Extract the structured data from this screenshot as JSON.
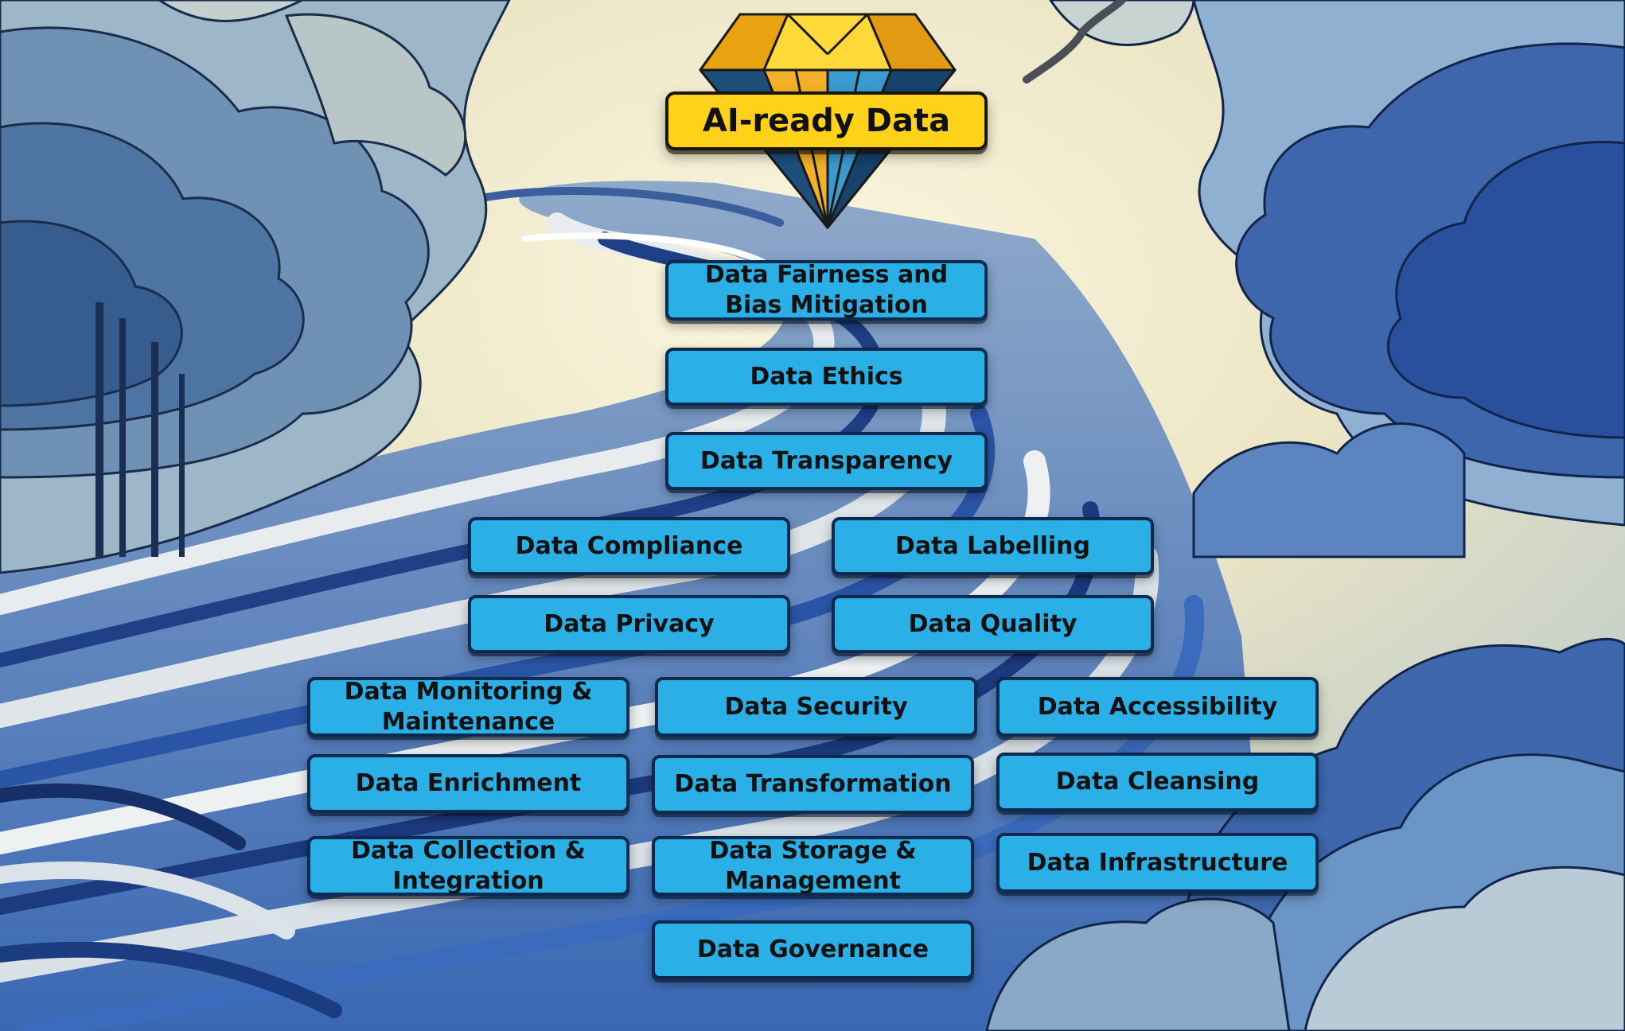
{
  "title": "AI-ready Data",
  "colors": {
    "box_fill": "#2ab0e6",
    "box_border": "#0b2a4f",
    "title_fill": "#ffd21a",
    "sky": "#f1ecd2",
    "cloud_dark": "#2f4f8f",
    "cloud_light": "#8eb1cf",
    "river_light": "#dfe6ea",
    "river_dark": "#2d5aa8"
  },
  "pyramid": {
    "row1": [
      "Data Fairness and Bias Mitigation"
    ],
    "row2": [
      "Data Ethics"
    ],
    "row3": [
      "Data Transparency"
    ],
    "row4": [
      "Data Compliance",
      "Data Labelling"
    ],
    "row5": [
      "Data Privacy",
      "Data Quality"
    ],
    "row6": [
      "Data Monitoring & Maintenance",
      "Data Security",
      "Data Accessibility"
    ],
    "row7": [
      "Data Enrichment",
      "Data Transformation",
      "Data Cleansing"
    ],
    "row8": [
      "Data Collection & Integration",
      "Data Storage & Management",
      "Data Infrastructure"
    ],
    "row9": [
      "Data Governance"
    ]
  },
  "icons": {
    "diamond": "diamond-icon"
  }
}
